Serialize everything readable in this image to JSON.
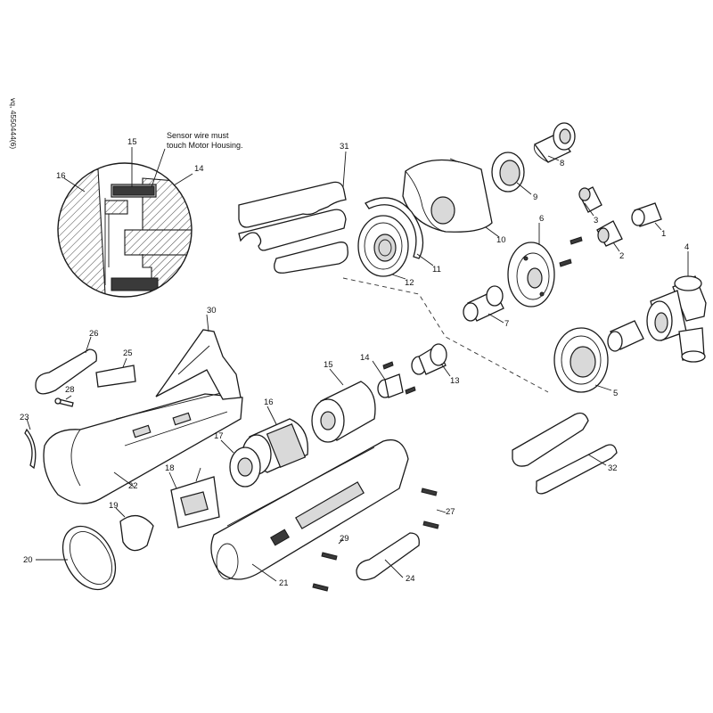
{
  "doc_id": "vq, 4550444(6)",
  "detail": {
    "note_line1": "Sensor wire must",
    "note_line2": "touch Motor Housing.",
    "labels": [
      "15",
      "16",
      "14"
    ]
  },
  "part_numbers": [
    "1",
    "2",
    "3",
    "4",
    "5",
    "6",
    "7",
    "8",
    "9",
    "10",
    "11",
    "12",
    "13",
    "14",
    "15",
    "16",
    "17",
    "18",
    "19",
    "20",
    "21",
    "22",
    "23",
    "24",
    "25",
    "26",
    "27",
    "28",
    "29",
    "30",
    "31",
    "32"
  ]
}
